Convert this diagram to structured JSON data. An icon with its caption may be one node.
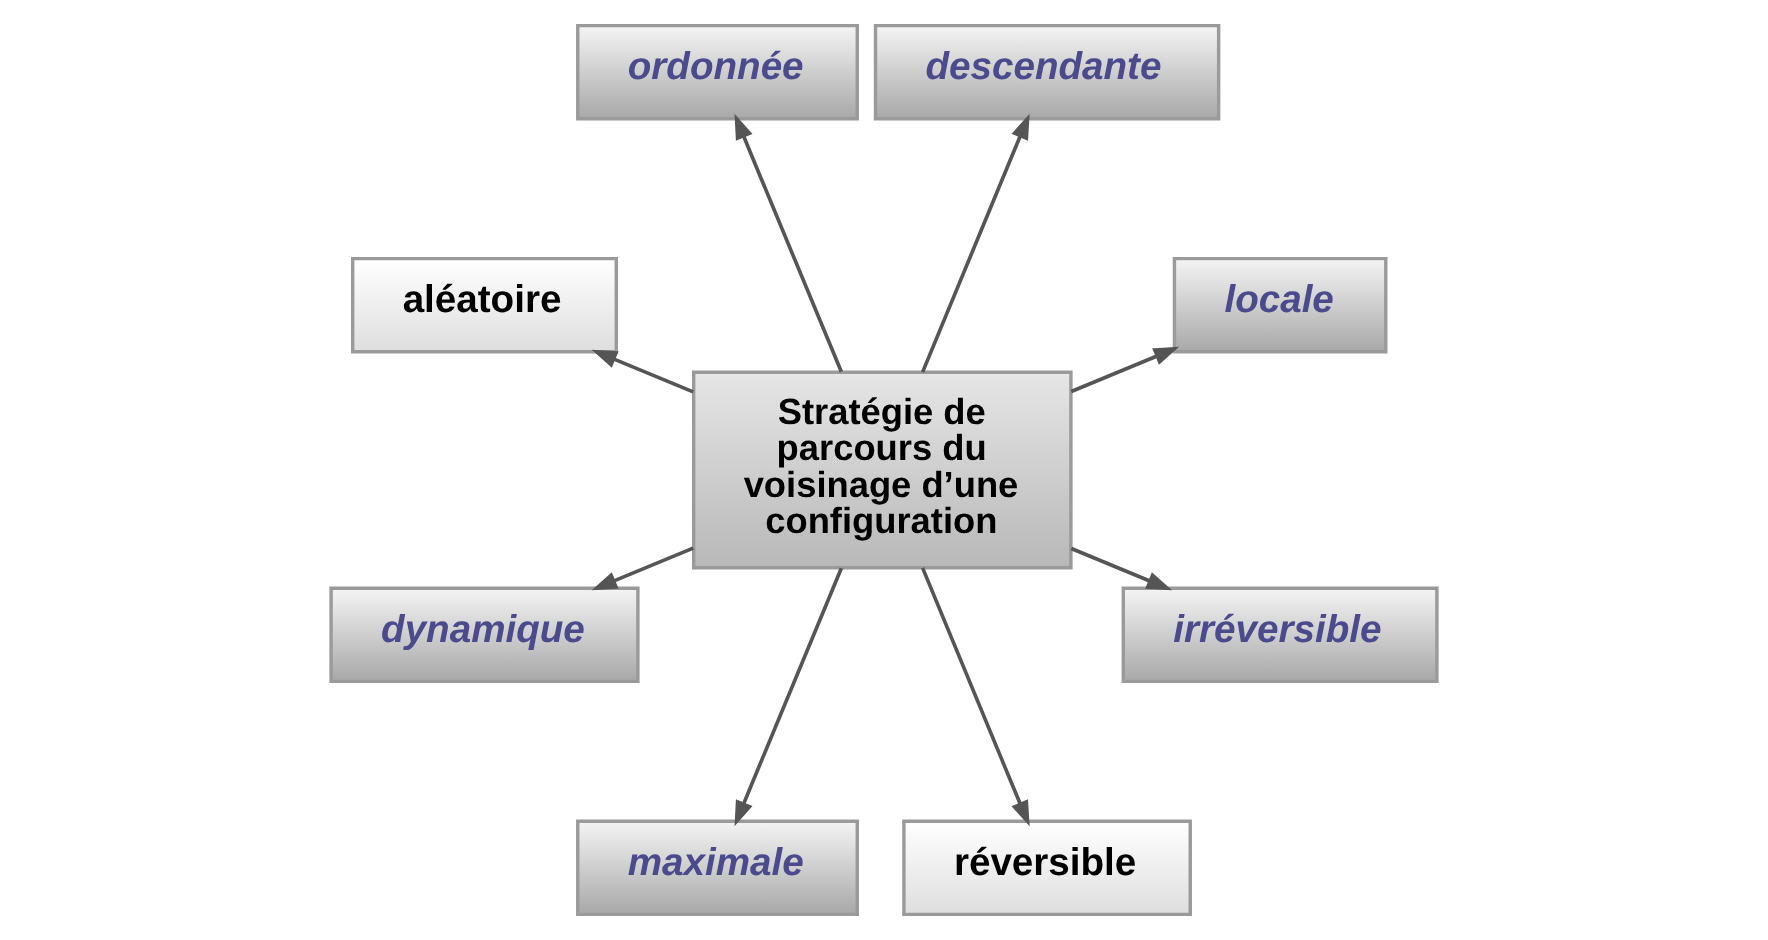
{
  "diagram": {
    "nodes": [
      {
        "text": [
          "Stratégie de parcours du voisinage d’une configuration"
        ]
      },
      {
        "text": [
          "locale"
        ]
      },
      {
        "text": [
          "descendante"
        ]
      },
      {
        "text": [
          "ordonnée"
        ]
      },
      {
        "text": [
          "aléatoire"
        ]
      },
      {
        "text": [
          "dynamique"
        ]
      },
      {
        "text": [
          "maximale"
        ]
      },
      {
        "text": [
          "réversible"
        ]
      },
      {
        "text": [
          "irréversible"
        ]
      }
    ],
    "edges": [
      {
        "from": 0,
        "to": 1,
        "arrow": "to"
      },
      {
        "from": 0,
        "to": 2,
        "arrow": "to"
      },
      {
        "from": 0,
        "to": 3,
        "arrow": "to"
      },
      {
        "from": 0,
        "to": 4,
        "arrow": "to"
      },
      {
        "from": 0,
        "to": 5,
        "arrow": "to"
      },
      {
        "from": 0,
        "to": 6,
        "arrow": "to"
      },
      {
        "from": 0,
        "to": 7,
        "arrow": "to"
      },
      {
        "from": 0,
        "to": 8,
        "arrow": "to"
      }
    ]
  }
}
